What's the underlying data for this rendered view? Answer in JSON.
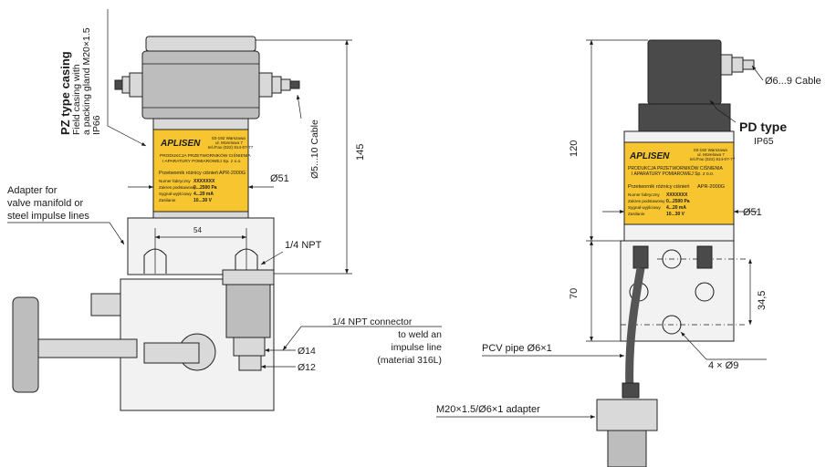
{
  "left": {
    "casing_title": "PZ type casing",
    "casing_desc_1": "Field casing with",
    "casing_desc_2": "a packing gland M20×1.5",
    "casing_desc_3": "IP66",
    "cable": "Ø5...10 Cable",
    "diameter": "Ø51",
    "height": "145",
    "adapter_1": "Adapter for",
    "adapter_2": "valve manifold or",
    "adapter_3": "steel impulse lines",
    "width": "54",
    "thread": "1/4 NPT",
    "connector_1": "1/4 NPT connector",
    "connector_2": "to weld an",
    "connector_3": "impulse line",
    "connector_4": "(material 316L)",
    "d14": "Ø14",
    "d12": "Ø12"
  },
  "right": {
    "cable": "Ø6...9 Cable",
    "type_title": "PD type",
    "type_ip": "IP65",
    "dim_120": "120",
    "dim_70": "70",
    "dim_345": "34,5",
    "diameter": "Ø51",
    "holes": "4 × Ø9",
    "pipe": "PCV pipe Ø6×1",
    "adapter": "M20×1.5/Ø6×1 adapter"
  },
  "nameplate": {
    "brand": "APLISEN",
    "addr_1": "03-192 Warszawa",
    "addr_2": "ul. Morelowa 7",
    "addr_3": "tel./Fax (022) 814-07-77",
    "company_1": "PRODUKCJA PRZETWORNIKÓW CIŚNIENIA",
    "company_2": "I APARATURY POMIAROWEJ Sp. z o.o.",
    "product": "Przetwornik różnicy ciśnień",
    "model": "APR-2000G",
    "row1_label": "Numer fabryczny",
    "row1_value": "XXXXXXX",
    "row2_label": "Zakres podstawowy",
    "row2_value": "0...2500 Pa",
    "row3_label": "Sygnał wyjściowy",
    "row3_value": "4...20 mA",
    "row4_label": "Zasilanie",
    "row4_value": "10...30 V"
  },
  "colors": {
    "label_yellow": "#f7c530",
    "metal": "#d9d9d9",
    "dark": "#4a4a4a"
  }
}
